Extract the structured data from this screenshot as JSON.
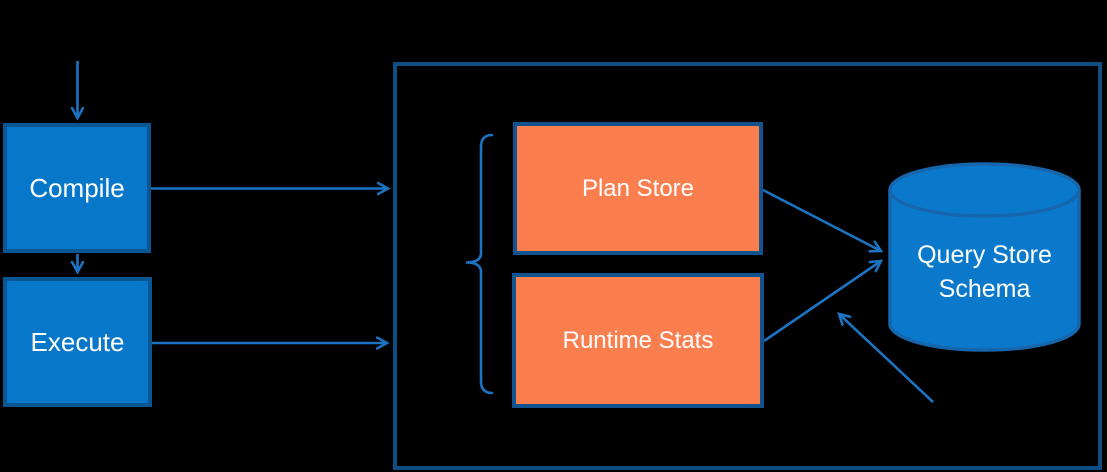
{
  "diagram": {
    "nodes": {
      "compile": {
        "label": "Compile"
      },
      "execute": {
        "label": "Execute"
      },
      "plan_store": {
        "label": "Plan Store"
      },
      "runtime_stats": {
        "label": "Runtime Stats"
      },
      "query_store_schema": {
        "line1": "Query Store",
        "line2": "Schema"
      }
    },
    "icons": {
      "database_cylinder": "database-cylinder-icon",
      "grouping_brace": "curly-brace-icon"
    },
    "colors": {
      "background": "#000000",
      "process_fill": "#0778C9",
      "process_border": "#0A5692",
      "store_fill": "#FB7E4F",
      "store_border": "#11538E",
      "boundary_border": "#0E4E82",
      "arrow": "#1B73C2",
      "cylinder_fill": "#0B79CB",
      "cylinder_border": "#1566AC",
      "text": "#FFFFFF"
    }
  }
}
